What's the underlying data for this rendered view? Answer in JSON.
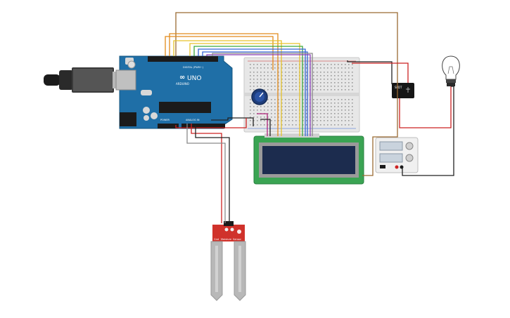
{
  "arduino": {
    "brand": "UNO",
    "logo_text": "ARDUINO",
    "digital_label": "DIGITAL (PWM~)",
    "analog_label": "ANALOG IN",
    "power_label": "POWER",
    "color": "#1f6fa7"
  },
  "moisture_sensor": {
    "pin_labels": [
      "Gnd",
      "Moisture",
      "Sensor"
    ],
    "color": "#d0322b"
  },
  "relay": {
    "label": "SPDT"
  },
  "lcd": {
    "screen_color": "#1c2c4e",
    "board_color": "#3aa453"
  },
  "wire_colors": {
    "power": "#cc2222",
    "ground": "#222222",
    "signal_orange": "#e28a1a",
    "signal_yellow": "#e6c22a",
    "signal_green": "#3aa63a",
    "signal_blue": "#3365d6",
    "signal_purple": "#8a3fb8",
    "signal_gray": "#8a8a8a",
    "brown": "#9a6a32",
    "magenta": "#b0237a"
  }
}
